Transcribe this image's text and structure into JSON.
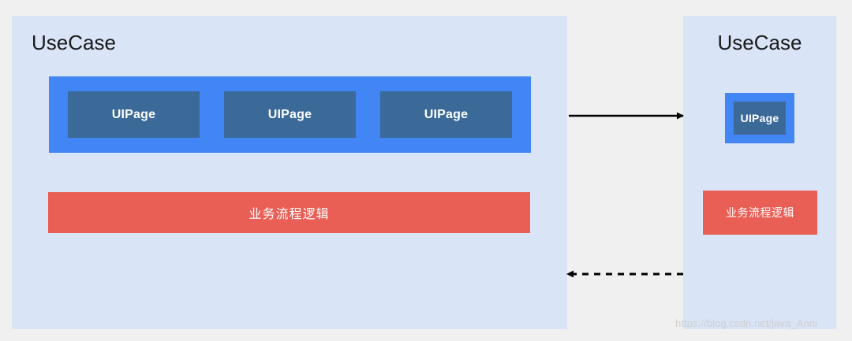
{
  "diagram": {
    "background_color": "#f0f0f0",
    "panel_color": "#d9e4f7",
    "group_color": "#4285f4",
    "box_color": "#3b6a99",
    "logic_color": "#e95f55",
    "arrow_color": "#000000"
  },
  "left_panel": {
    "title": "UseCase",
    "uipages": [
      {
        "label": "UIPage"
      },
      {
        "label": "UIPage"
      },
      {
        "label": "UIPage"
      }
    ],
    "logic": {
      "label": "业务流程逻辑"
    }
  },
  "right_panel": {
    "title": "UseCase",
    "uipages": [
      {
        "label": "UIPage"
      }
    ],
    "logic": {
      "label": "业务流程逻辑"
    }
  },
  "connectors": [
    {
      "name": "solid-arrow-right",
      "style": "solid",
      "direction": "right"
    },
    {
      "name": "dashed-arrow-left",
      "style": "dashed",
      "direction": "left"
    }
  ],
  "watermark": {
    "text": "https://blog.csdn.net/java_Anni"
  }
}
